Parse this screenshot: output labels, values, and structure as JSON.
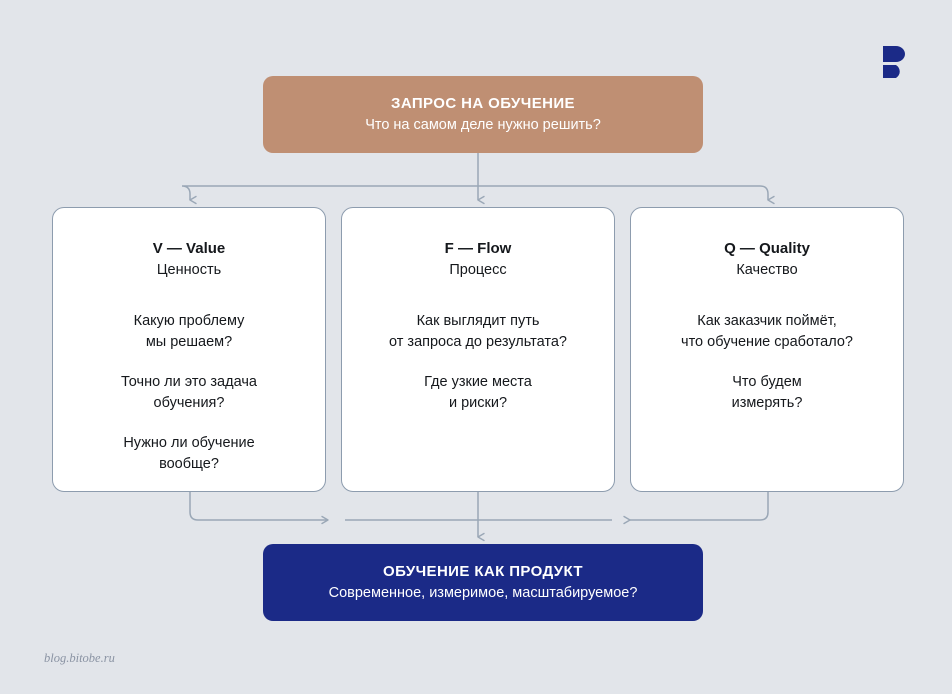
{
  "colors": {
    "background": "#E2E5EA",
    "accent_clay": "#BF8F73",
    "accent_navy": "#1B2A87",
    "card_border": "#8D9CAE",
    "connector": "#9AA7B6",
    "text_dark": "#15181C",
    "text_muted": "#8A93A3"
  },
  "top_box": {
    "title": "ЗАПРОС НА ОБУЧЕНИЕ",
    "subtitle": "Что на самом деле нужно решить?"
  },
  "pillars": [
    {
      "head": "V — Value",
      "sub": "Ценность",
      "questions": [
        "Какую проблему\nмы решаем?",
        "Точно ли это задача\nобучения?",
        "Нужно ли обучение\nвообще?"
      ]
    },
    {
      "head": "F — Flow",
      "sub": "Процесс",
      "questions": [
        "Как выглядит путь\nот запроса до результата?",
        "Где узкие места\nи риски?"
      ]
    },
    {
      "head": "Q — Quality",
      "sub": "Качество",
      "questions": [
        "Как заказчик поймёт,\nчто обучение сработало?",
        "Что будем\nизмерять?"
      ]
    }
  ],
  "bottom_box": {
    "title": "ОБУЧЕНИЕ КАК ПРОДУКТ",
    "subtitle": "Современное, измеримое, масштабируемое?"
  },
  "logo": {
    "name": "bitobe-logo",
    "letter": "B"
  },
  "footer": {
    "text": "blog.bitobe.ru"
  }
}
